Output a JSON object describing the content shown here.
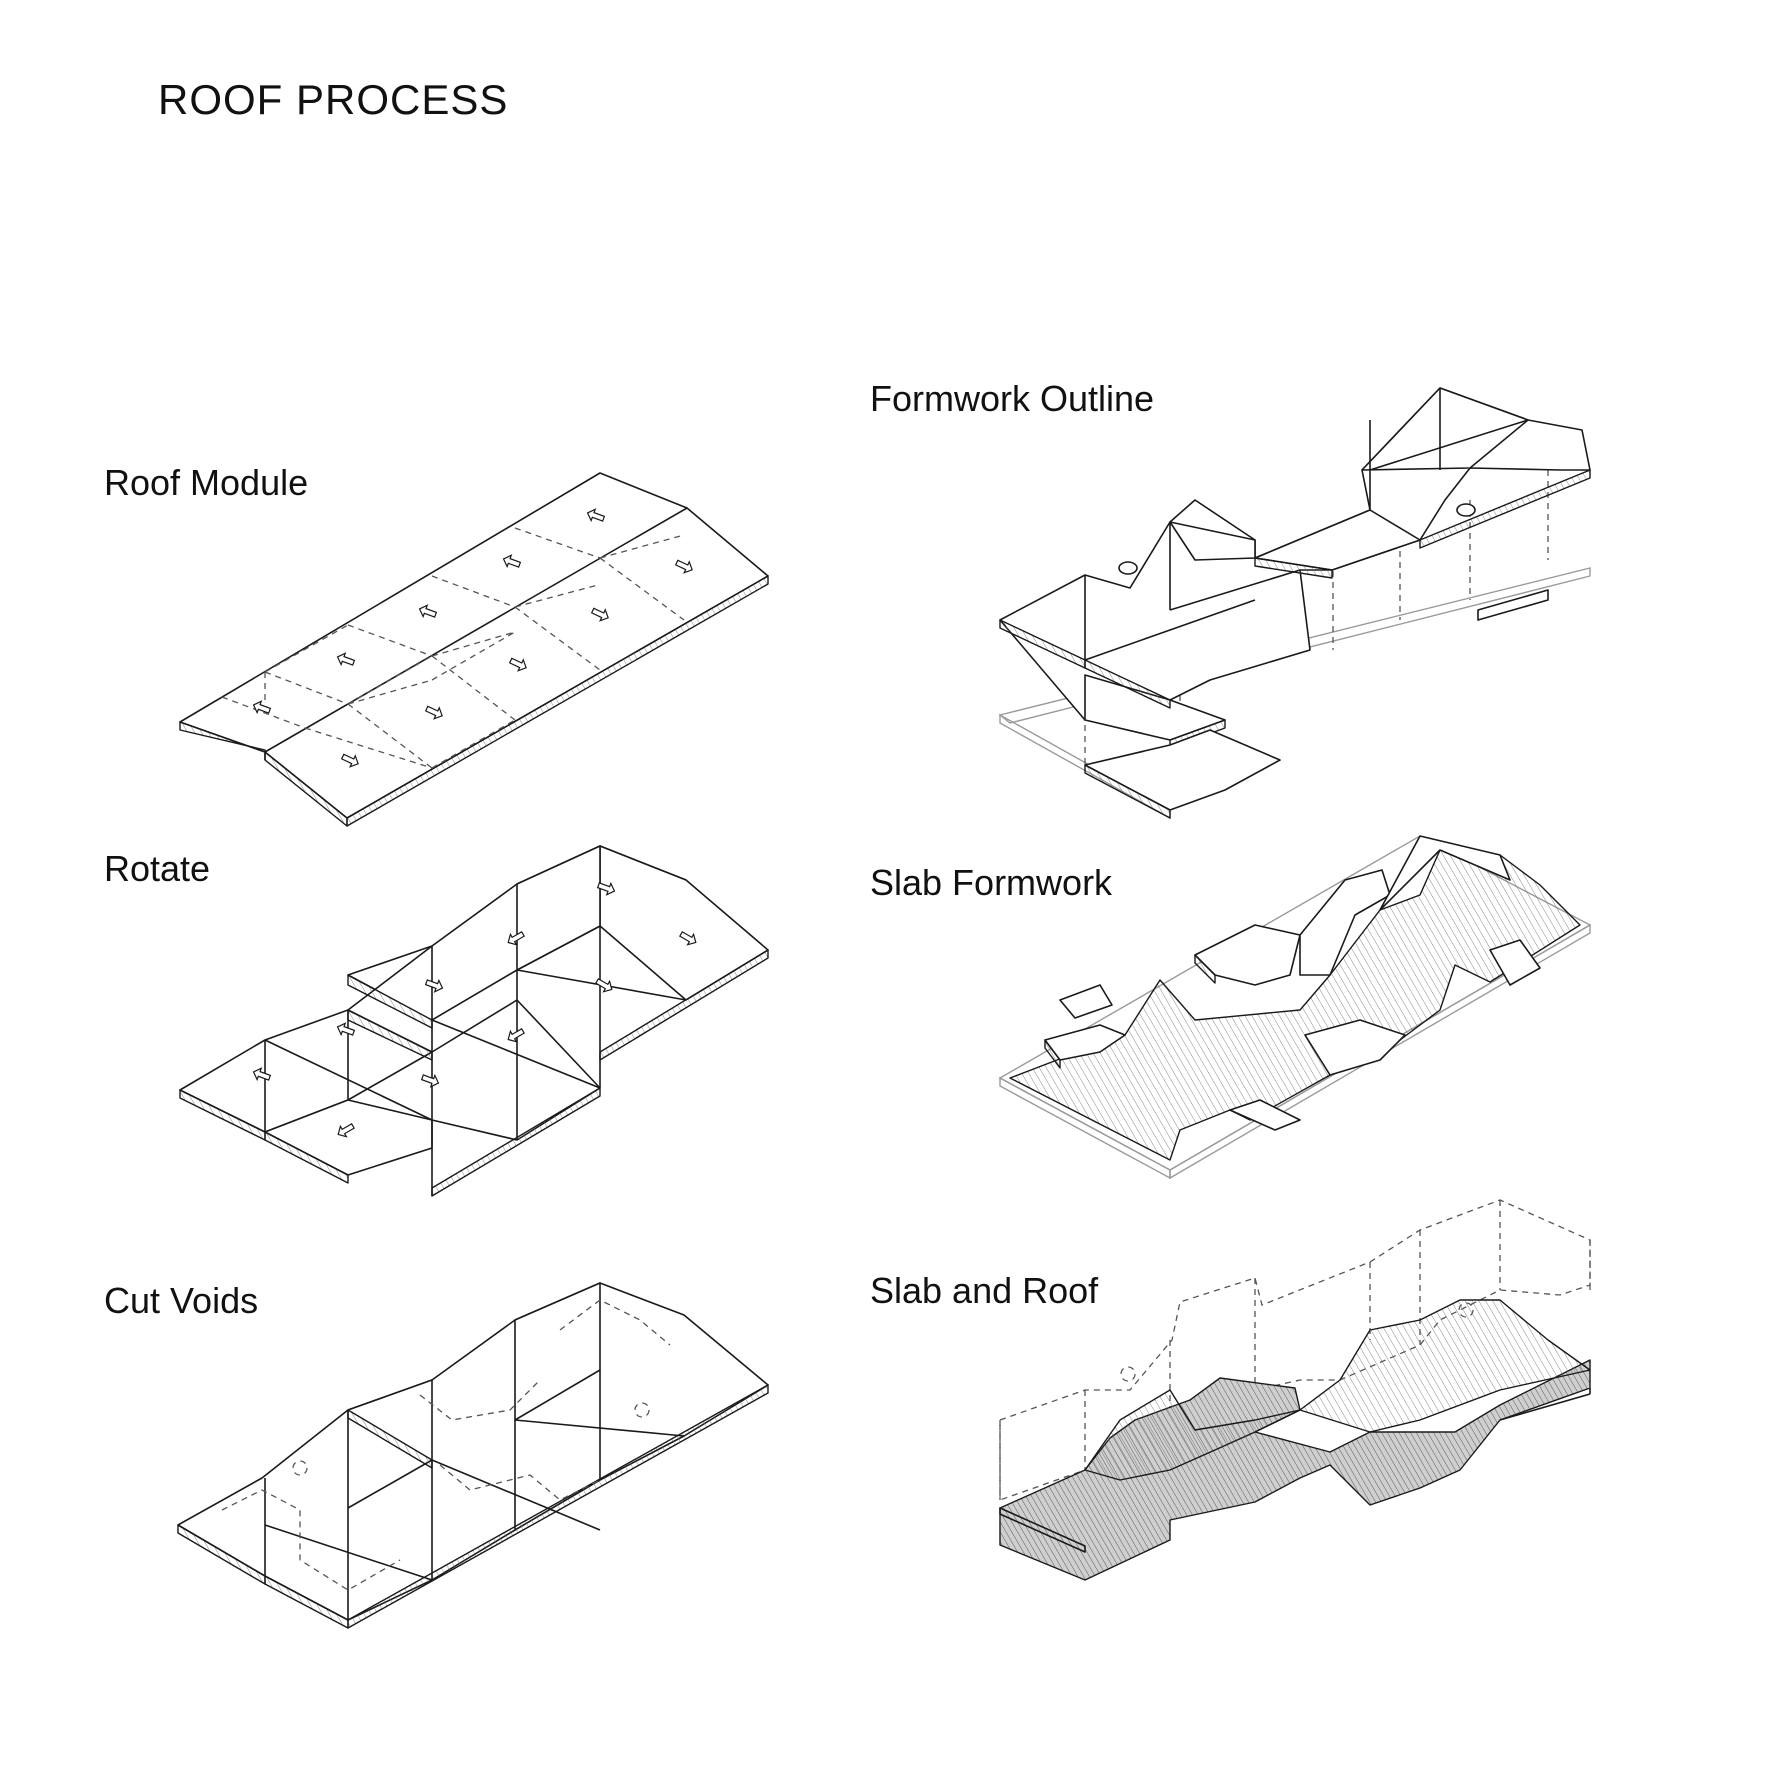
{
  "title": "ROOF PROCESS",
  "steps": {
    "roof_module": "Roof Module",
    "rotate": "Rotate",
    "cut_voids": "Cut Voids",
    "formwork_outline": "Formwork Outline",
    "slab_formwork": "Slab Formwork",
    "slab_and_roof": "Slab and Roof"
  }
}
